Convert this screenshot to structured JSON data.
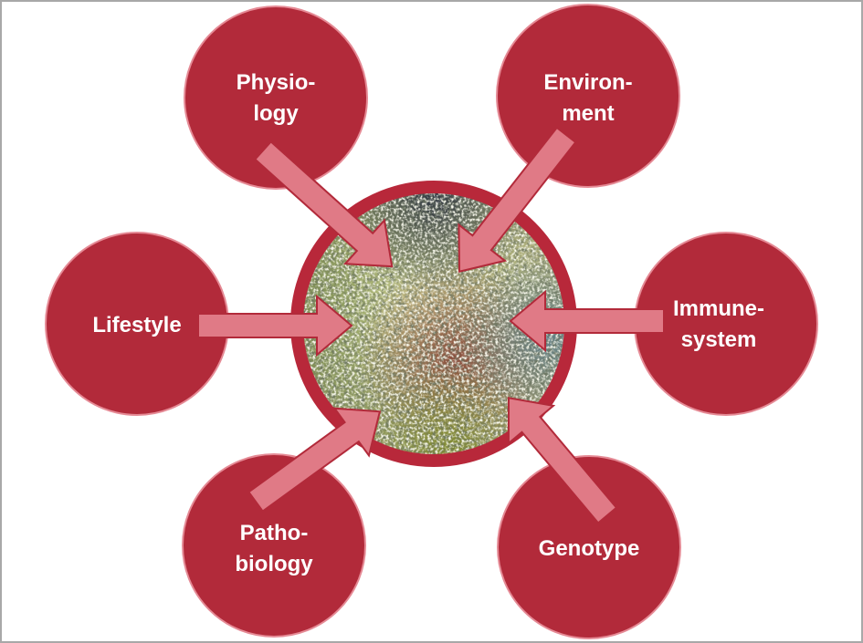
{
  "diagram": {
    "center": {
      "label": "",
      "description": "microbiome image (textured green/brown/dark circle)"
    },
    "nodes": [
      {
        "id": "physiology",
        "lines": [
          "Physio-",
          "logy"
        ]
      },
      {
        "id": "environment",
        "lines": [
          "Environ-",
          "ment"
        ]
      },
      {
        "id": "lifestyle",
        "lines": [
          "Lifestyle"
        ]
      },
      {
        "id": "immune-system",
        "lines": [
          "Immune-",
          "system"
        ]
      },
      {
        "id": "pathobiology",
        "lines": [
          "Patho-",
          "biology"
        ]
      },
      {
        "id": "genotype",
        "lines": [
          "Genotype"
        ]
      }
    ],
    "colors": {
      "node_fill": "#b22a3a",
      "node_rim": "#e58a95",
      "arrow_fill": "#e07a86",
      "arrow_stroke": "#b22a3a",
      "center_ring": "#b8283a",
      "frame": "#a8a8a8"
    }
  }
}
